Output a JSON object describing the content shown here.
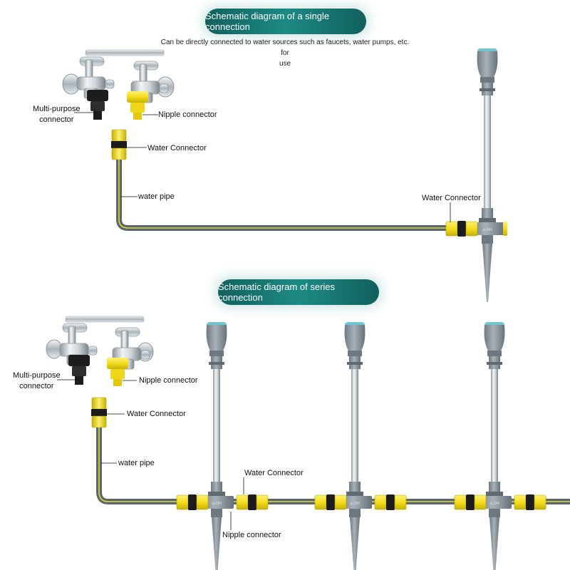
{
  "single": {
    "title": "Schematic diagram of a single connection",
    "note_line1": "Can be directly connected to water sources such as faucets, water pumps, etc. for",
    "note_line2": "use",
    "multi_purpose_line1": "Multi-purpose",
    "multi_purpose_line2": "connector",
    "nipple_connector": "Nipple connector",
    "water_connector_top": "Water Connector",
    "water_pipe": "water pipe",
    "water_connector_right": "Water Connector"
  },
  "series": {
    "title": "Schematic diagram of series connection",
    "multi_purpose_line1": "Multi-purpose",
    "multi_purpose_line2": "connector",
    "nipple_connector": "Nipple connector",
    "water_connector_left": "Water Connector",
    "water_pipe": "water pipe",
    "water_connector_bottom": "Water Connector",
    "nipple_connector_bottom": "Nipple connector"
  },
  "colors": {
    "teal": "#1d8a84",
    "pipe_gray": "#5b6770",
    "pipe_stripe": "#e3d62a",
    "connector_yellow": "#f2dc1f",
    "connector_black": "#1c1c1c",
    "sprinkler_gray": "#8d979e",
    "steel": "#c9d0d5"
  },
  "icons": [
    "faucet-icon",
    "sprinkler-icon",
    "connector-icon"
  ]
}
